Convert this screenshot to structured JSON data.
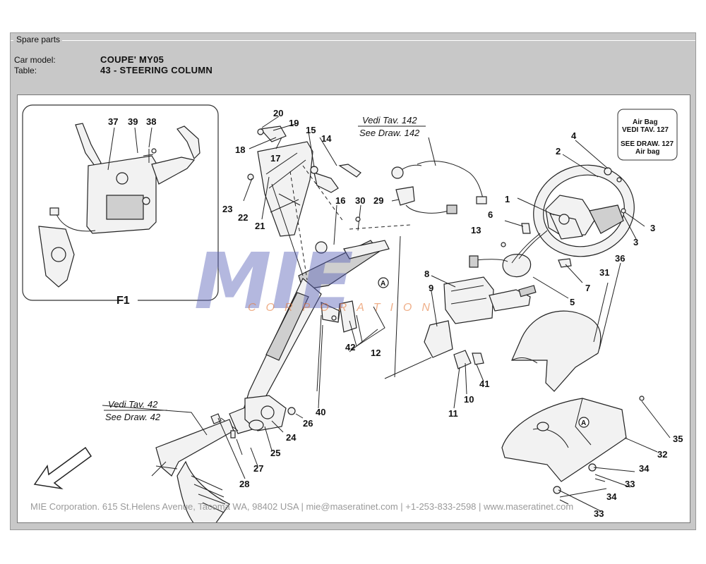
{
  "window": {
    "group_label": "Spare parts"
  },
  "header": {
    "car_model_label": "Car model:",
    "car_model_value": "COUPE' MY05",
    "table_label": "Table:",
    "table_value": "43 - STEERING COLUMN"
  },
  "diagram": {
    "inset_label": "F1",
    "refs": {
      "vedi_142": "Vedi Tav. 142",
      "see_142": "See Draw. 142",
      "vedi_42": "Vedi Tav. 42",
      "see_42": "See Draw. 42"
    },
    "airbag_box": [
      "Air Bag",
      "VEDI TAV. 127",
      "SEE DRAW. 127",
      "Air bag"
    ],
    "marker": "A",
    "callouts": [
      "1",
      "2",
      "3",
      "3",
      "4",
      "5",
      "6",
      "7",
      "8",
      "9",
      "10",
      "11",
      "12",
      "13",
      "14",
      "15",
      "16",
      "17",
      "18",
      "19",
      "20",
      "21",
      "22",
      "23",
      "24",
      "25",
      "26",
      "27",
      "28",
      "29",
      "30",
      "31",
      "32",
      "33",
      "33",
      "34",
      "34",
      "35",
      "36",
      "37",
      "38",
      "39",
      "40",
      "41",
      "42"
    ]
  },
  "watermark": {
    "logo": "MIE",
    "sub": "CORPORATION"
  },
  "footer": "MIE Corporation. 615 St.Helens Avenue, Tacoma WA, 98402 USA  |  mie@maseratinet.com  |   +1-253-833-2598  |  www.maseratinet.com"
}
